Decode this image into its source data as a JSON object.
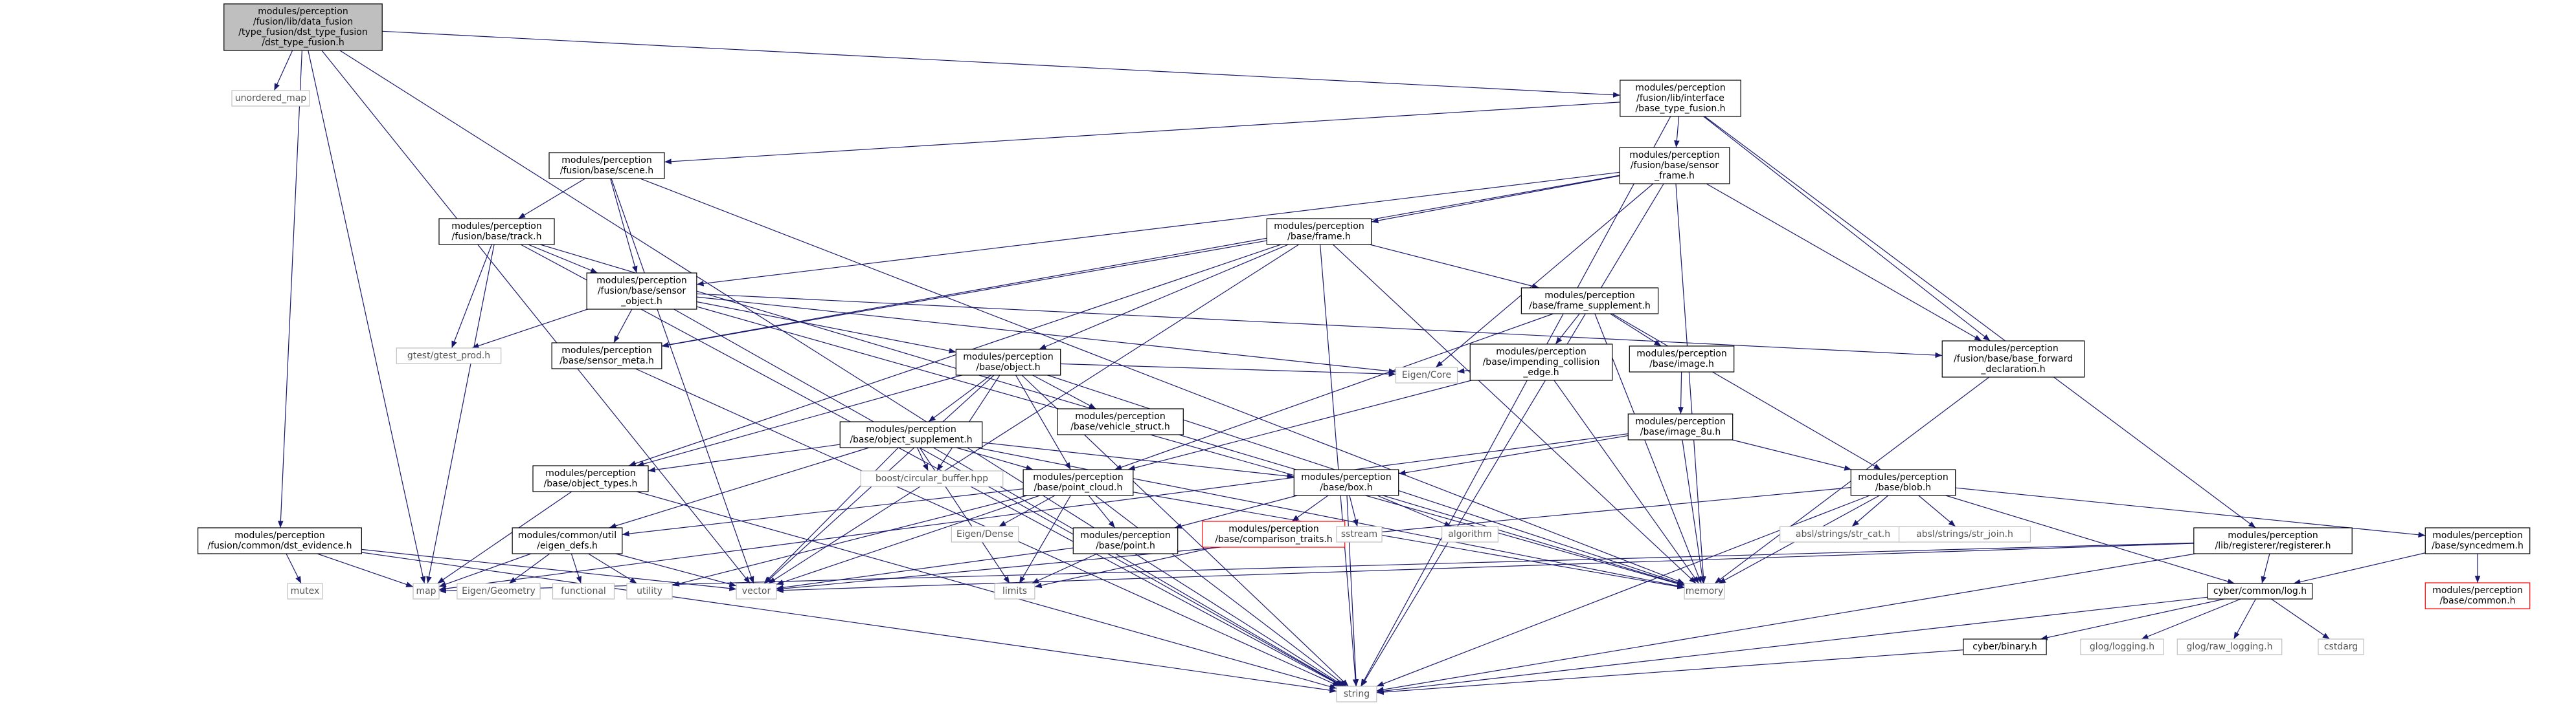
{
  "colors": {
    "edge": "#191970",
    "node_border": "#000000",
    "node_root_fill": "#bfbfbf",
    "node_fill": "#ffffff",
    "ext_border": "#bfbfbf",
    "ext_text": "#555555",
    "red_border": "#ff0000"
  },
  "nodes": [
    {
      "id": "root",
      "lines": [
        "modules/perception",
        "/fusion/lib/data_fusion",
        "/type_fusion/dst_type_fusion",
        "/dst_type_fusion.h"
      ],
      "kind": "root"
    },
    {
      "id": "unordered_map",
      "lines": [
        "unordered_map"
      ],
      "kind": "ext"
    },
    {
      "id": "base_type_fusion",
      "lines": [
        "modules/perception",
        "/fusion/lib/interface",
        "/base_type_fusion.h"
      ],
      "kind": "file"
    },
    {
      "id": "scene",
      "lines": [
        "modules/perception",
        "/fusion/base/scene.h"
      ],
      "kind": "file"
    },
    {
      "id": "sensor_frame",
      "lines": [
        "modules/perception",
        "/fusion/base/sensor",
        "_frame.h"
      ],
      "kind": "file"
    },
    {
      "id": "track",
      "lines": [
        "modules/perception",
        "/fusion/base/track.h"
      ],
      "kind": "file"
    },
    {
      "id": "frame",
      "lines": [
        "modules/perception",
        "/base/frame.h"
      ],
      "kind": "file"
    },
    {
      "id": "sensor_object",
      "lines": [
        "modules/perception",
        "/fusion/base/sensor",
        "_object.h"
      ],
      "kind": "file"
    },
    {
      "id": "frame_supplement",
      "lines": [
        "modules/perception",
        "/base/frame_supplement.h"
      ],
      "kind": "file"
    },
    {
      "id": "gtest_prod",
      "lines": [
        "gtest/gtest_prod.h"
      ],
      "kind": "ext"
    },
    {
      "id": "sensor_meta",
      "lines": [
        "modules/perception",
        "/base/sensor_meta.h"
      ],
      "kind": "file"
    },
    {
      "id": "object",
      "lines": [
        "modules/perception",
        "/base/object.h"
      ],
      "kind": "file"
    },
    {
      "id": "impending_collision",
      "lines": [
        "modules/perception",
        "/base/impending_collision",
        "_edge.h"
      ],
      "kind": "file"
    },
    {
      "id": "image",
      "lines": [
        "modules/perception",
        "/base/image.h"
      ],
      "kind": "file"
    },
    {
      "id": "base_forward",
      "lines": [
        "modules/perception",
        "/fusion/base/base_forward",
        "_declaration.h"
      ],
      "kind": "file"
    },
    {
      "id": "eigen_core",
      "lines": [
        "Eigen/Core"
      ],
      "kind": "ext"
    },
    {
      "id": "object_supplement",
      "lines": [
        "modules/perception",
        "/base/object_supplement.h"
      ],
      "kind": "file"
    },
    {
      "id": "vehicle_struct",
      "lines": [
        "modules/perception",
        "/base/vehicle_struct.h"
      ],
      "kind": "file"
    },
    {
      "id": "image_8u",
      "lines": [
        "modules/perception",
        "/base/image_8u.h"
      ],
      "kind": "file"
    },
    {
      "id": "boost_circular",
      "lines": [
        "boost/circular_buffer.hpp"
      ],
      "kind": "ext"
    },
    {
      "id": "object_types",
      "lines": [
        "modules/perception",
        "/base/object_types.h"
      ],
      "kind": "file"
    },
    {
      "id": "point_cloud",
      "lines": [
        "modules/perception",
        "/base/point_cloud.h"
      ],
      "kind": "file"
    },
    {
      "id": "box",
      "lines": [
        "modules/perception",
        "/base/box.h"
      ],
      "kind": "file"
    },
    {
      "id": "blob",
      "lines": [
        "modules/perception",
        "/base/blob.h"
      ],
      "kind": "file"
    },
    {
      "id": "dst_evidence",
      "lines": [
        "modules/perception",
        "/fusion/common/dst_evidence.h"
      ],
      "kind": "file"
    },
    {
      "id": "eigen_defs",
      "lines": [
        "modules/common/util",
        "/eigen_defs.h"
      ],
      "kind": "file"
    },
    {
      "id": "eigen_dense",
      "lines": [
        "Eigen/Dense"
      ],
      "kind": "ext"
    },
    {
      "id": "point",
      "lines": [
        "modules/perception",
        "/base/point.h"
      ],
      "kind": "file"
    },
    {
      "id": "comparison_traits",
      "lines": [
        "modules/perception",
        "/base/comparison_traits.h"
      ],
      "kind": "red"
    },
    {
      "id": "sstream",
      "lines": [
        "sstream"
      ],
      "kind": "ext"
    },
    {
      "id": "algorithm",
      "lines": [
        "algorithm"
      ],
      "kind": "ext"
    },
    {
      "id": "str_cat",
      "lines": [
        "absl/strings/str_cat.h"
      ],
      "kind": "ext"
    },
    {
      "id": "str_join",
      "lines": [
        "absl/strings/str_join.h"
      ],
      "kind": "ext"
    },
    {
      "id": "registerer",
      "lines": [
        "modules/perception",
        "/lib/registerer/registerer.h"
      ],
      "kind": "file"
    },
    {
      "id": "syncedmem",
      "lines": [
        "modules/perception",
        "/base/syncedmem.h"
      ],
      "kind": "file"
    },
    {
      "id": "mutex",
      "lines": [
        "mutex"
      ],
      "kind": "ext"
    },
    {
      "id": "map",
      "lines": [
        "map"
      ],
      "kind": "ext"
    },
    {
      "id": "eigen_geometry",
      "lines": [
        "Eigen/Geometry"
      ],
      "kind": "ext"
    },
    {
      "id": "functional",
      "lines": [
        "functional"
      ],
      "kind": "ext"
    },
    {
      "id": "utility",
      "lines": [
        "utility"
      ],
      "kind": "ext"
    },
    {
      "id": "vector",
      "lines": [
        "vector"
      ],
      "kind": "ext"
    },
    {
      "id": "limits",
      "lines": [
        "limits"
      ],
      "kind": "ext"
    },
    {
      "id": "memory",
      "lines": [
        "memory"
      ],
      "kind": "ext"
    },
    {
      "id": "cyber_log",
      "lines": [
        "cyber/common/log.h"
      ],
      "kind": "file"
    },
    {
      "id": "base_common",
      "lines": [
        "modules/perception",
        "/base/common.h"
      ],
      "kind": "red"
    },
    {
      "id": "cyber_binary",
      "lines": [
        "cyber/binary.h"
      ],
      "kind": "file"
    },
    {
      "id": "glog_logging",
      "lines": [
        "glog/logging.h"
      ],
      "kind": "ext"
    },
    {
      "id": "glog_raw_logging",
      "lines": [
        "glog/raw_logging.h"
      ],
      "kind": "ext"
    },
    {
      "id": "cstdarg",
      "lines": [
        "cstdarg"
      ],
      "kind": "ext"
    },
    {
      "id": "string",
      "lines": [
        "string"
      ],
      "kind": "ext"
    }
  ],
  "edges": [
    [
      "root",
      "unordered_map"
    ],
    [
      "root",
      "base_type_fusion"
    ],
    [
      "root",
      "dst_evidence"
    ],
    [
      "root",
      "map"
    ],
    [
      "root",
      "vector"
    ],
    [
      "root",
      "string"
    ],
    [
      "base_type_fusion",
      "scene"
    ],
    [
      "base_type_fusion",
      "sensor_frame"
    ],
    [
      "base_type_fusion",
      "base_forward"
    ],
    [
      "base_type_fusion",
      "registerer"
    ],
    [
      "base_type_fusion",
      "string"
    ],
    [
      "scene",
      "track"
    ],
    [
      "scene",
      "sensor_object"
    ],
    [
      "scene",
      "vector"
    ],
    [
      "scene",
      "memory"
    ],
    [
      "sensor_frame",
      "frame"
    ],
    [
      "sensor_frame",
      "sensor_object"
    ],
    [
      "sensor_frame",
      "base_forward"
    ],
    [
      "sensor_frame",
      "eigen_core"
    ],
    [
      "sensor_frame",
      "sensor_meta"
    ],
    [
      "sensor_frame",
      "memory"
    ],
    [
      "sensor_frame",
      "string"
    ],
    [
      "track",
      "sensor_object"
    ],
    [
      "track",
      "gtest_prod"
    ],
    [
      "track",
      "map"
    ],
    [
      "track",
      "memory"
    ],
    [
      "track",
      "string"
    ],
    [
      "frame",
      "object"
    ],
    [
      "frame",
      "frame_supplement"
    ],
    [
      "frame",
      "sensor_meta"
    ],
    [
      "frame",
      "object_types"
    ],
    [
      "frame",
      "vector"
    ],
    [
      "frame",
      "memory"
    ],
    [
      "frame",
      "string"
    ],
    [
      "sensor_object",
      "object"
    ],
    [
      "sensor_object",
      "sensor_meta"
    ],
    [
      "sensor_object",
      "gtest_prod"
    ],
    [
      "sensor_object",
      "base_forward"
    ],
    [
      "sensor_object",
      "eigen_core"
    ],
    [
      "sensor_object",
      "memory"
    ],
    [
      "sensor_object",
      "string"
    ],
    [
      "frame_supplement",
      "impending_collision"
    ],
    [
      "frame_supplement",
      "image"
    ],
    [
      "frame_supplement",
      "blob"
    ],
    [
      "frame_supplement",
      "point_cloud"
    ],
    [
      "frame_supplement",
      "memory"
    ],
    [
      "sensor_meta",
      "string"
    ],
    [
      "object",
      "object_supplement"
    ],
    [
      "object",
      "vehicle_struct"
    ],
    [
      "object",
      "object_types"
    ],
    [
      "object",
      "point_cloud"
    ],
    [
      "object",
      "boost_circular"
    ],
    [
      "object",
      "eigen_core"
    ],
    [
      "object",
      "vector"
    ],
    [
      "object",
      "memory"
    ],
    [
      "object",
      "string"
    ],
    [
      "impending_collision",
      "eigen_core"
    ],
    [
      "impending_collision",
      "point_cloud"
    ],
    [
      "impending_collision",
      "memory"
    ],
    [
      "image",
      "image_8u"
    ],
    [
      "image_8u",
      "blob"
    ],
    [
      "image_8u",
      "box"
    ],
    [
      "image_8u",
      "map"
    ],
    [
      "image_8u",
      "memory"
    ],
    [
      "object_supplement",
      "object_types"
    ],
    [
      "object_supplement",
      "point_cloud"
    ],
    [
      "object_supplement",
      "box"
    ],
    [
      "object_supplement",
      "eigen_defs"
    ],
    [
      "object_supplement",
      "boost_circular"
    ],
    [
      "object_supplement",
      "limits"
    ],
    [
      "object_supplement",
      "vector"
    ],
    [
      "object_supplement",
      "memory"
    ],
    [
      "object_supplement",
      "string"
    ],
    [
      "object_types",
      "map"
    ],
    [
      "object_types",
      "string"
    ],
    [
      "point_cloud",
      "point"
    ],
    [
      "point_cloud",
      "eigen_defs"
    ],
    [
      "point_cloud",
      "eigen_dense"
    ],
    [
      "point_cloud",
      "limits"
    ],
    [
      "point_cloud",
      "vector"
    ],
    [
      "point_cloud",
      "utility"
    ],
    [
      "point_cloud",
      "memory"
    ],
    [
      "point_cloud",
      "string"
    ],
    [
      "box",
      "comparison_traits"
    ],
    [
      "box",
      "sstream"
    ],
    [
      "box",
      "algorithm"
    ],
    [
      "box",
      "string"
    ],
    [
      "box",
      "point"
    ],
    [
      "blob",
      "syncedmem"
    ],
    [
      "blob",
      "str_cat"
    ],
    [
      "blob",
      "str_join"
    ],
    [
      "blob",
      "cyber_log"
    ],
    [
      "blob",
      "vector"
    ],
    [
      "blob",
      "memory"
    ],
    [
      "blob",
      "string"
    ],
    [
      "dst_evidence",
      "mutex"
    ],
    [
      "dst_evidence",
      "map"
    ],
    [
      "dst_evidence",
      "vector"
    ],
    [
      "dst_evidence",
      "string"
    ],
    [
      "eigen_defs",
      "map"
    ],
    [
      "eigen_defs",
      "eigen_geometry"
    ],
    [
      "eigen_defs",
      "functional"
    ],
    [
      "eigen_defs",
      "utility"
    ],
    [
      "eigen_defs",
      "vector"
    ],
    [
      "point",
      "limits"
    ],
    [
      "point",
      "vector"
    ],
    [
      "comparison_traits",
      "limits"
    ],
    [
      "registerer",
      "cyber_log"
    ],
    [
      "registerer",
      "map"
    ],
    [
      "registerer",
      "vector"
    ],
    [
      "registerer",
      "string"
    ],
    [
      "syncedmem",
      "cyber_log"
    ],
    [
      "syncedmem",
      "base_common"
    ],
    [
      "cyber_log",
      "cyber_binary"
    ],
    [
      "cyber_log",
      "glog_logging"
    ],
    [
      "cyber_log",
      "glog_raw_logging"
    ],
    [
      "cyber_log",
      "cstdarg"
    ],
    [
      "cyber_log",
      "string"
    ],
    [
      "cyber_binary",
      "string"
    ],
    [
      "base_forward",
      "memory"
    ]
  ]
}
